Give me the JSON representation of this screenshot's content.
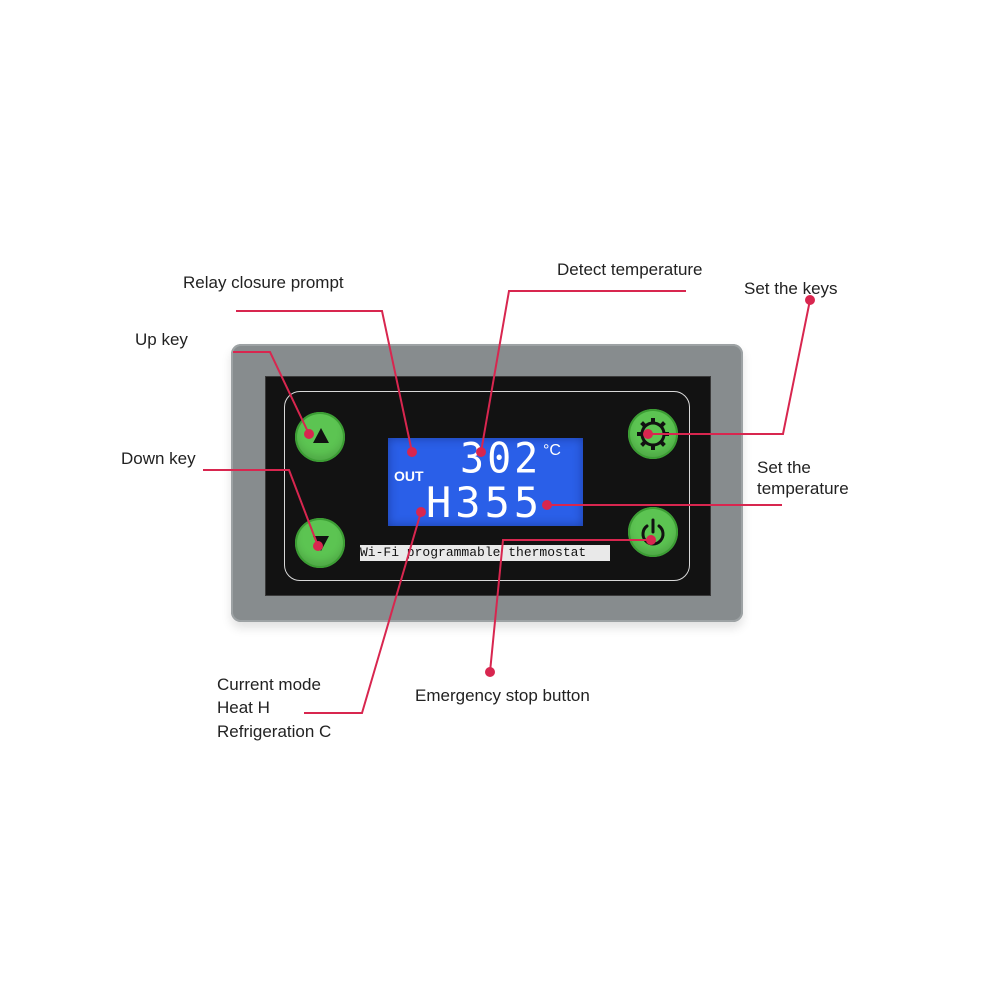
{
  "labels": {
    "relay": "Relay closure prompt",
    "detect": "Detect temperature",
    "set_keys": "Set the keys",
    "up": "Up key",
    "down": "Down key",
    "set_temp_1": "Set the",
    "set_temp_2": "temperature",
    "mode_1": "Current mode",
    "mode_2": "Heat  H",
    "mode_3": "Refrigeration C",
    "emergency": "Emergency stop button"
  },
  "display": {
    "out": "OUT",
    "detected": "302",
    "unit": "°C",
    "set_value": "H355"
  },
  "device_caption": "Wi-Fi programmable thermostat",
  "colors": {
    "callout_line": "#d8264f",
    "button_green": "#5cc452",
    "lcd_blue": "#2a5fe8",
    "case_gray": "#878c8e"
  },
  "icons": [
    "up-arrow-icon",
    "down-arrow-icon",
    "gear-icon",
    "power-icon"
  ]
}
